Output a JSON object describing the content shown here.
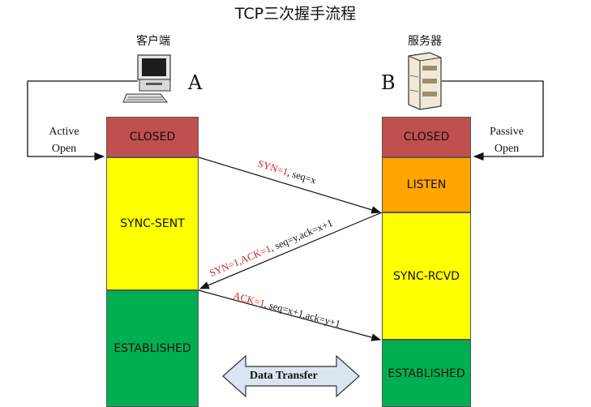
{
  "title": "TCP三次握手流程",
  "client": {
    "label": "客户端",
    "letter": "A",
    "side_text_line1": "Active",
    "side_text_line2": "Open",
    "states": [
      "CLOSED",
      "SYNC-SENT",
      "ESTABLISHED"
    ]
  },
  "server": {
    "label": "服务器",
    "letter": "B",
    "side_text_line1": "Passive",
    "side_text_line2": "Open",
    "states": [
      "CLOSED",
      "LISTEN",
      "SYNC-RCVD",
      "ESTABLISHED"
    ]
  },
  "messages": [
    {
      "red": "SYN=1",
      "rest": ", seq=x"
    },
    {
      "red": "SYN=1,ACK=1",
      "rest": ", seq=y,ack=x+1"
    },
    {
      "red": "ACK=1",
      "rest": ", seq=x+1,ack=y+1"
    }
  ],
  "data_transfer_label": "Data Transfer",
  "colors": {
    "closed": "#c0504d",
    "sync": "#ffff00",
    "established": "#00b050",
    "listen": "#ffa500",
    "message_flag": "#d42020"
  }
}
